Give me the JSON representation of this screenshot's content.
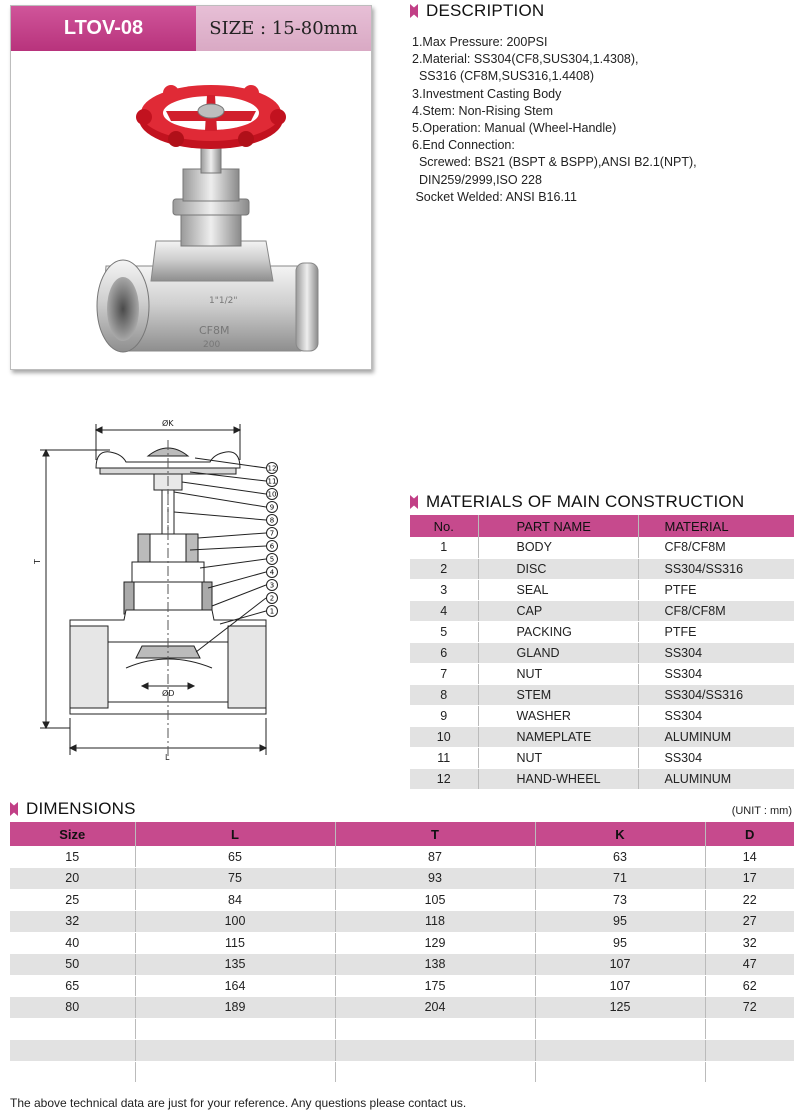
{
  "header": {
    "model": "LTOV-08",
    "size": "SIZE : 15-80mm"
  },
  "photo": {
    "body_marks": [
      "1\"1/2\"",
      "CF8M",
      "200"
    ]
  },
  "description": {
    "title": "DESCRIPTION",
    "lines": [
      "1.Max Pressure: 200PSI",
      "2.Material: SS304(CF8,SUS304,1.4308),",
      "  SS316 (CF8M,SUS316,1.4408)",
      "3.Investment Casting Body",
      "4.Stem: Non-Rising Stem",
      "5.Operation: Manual (Wheel-Handle)",
      "6.End Connection:",
      "  Screwed: BS21 (BSPT & BSPP),ANSI B2.1(NPT),",
      "  DIN259/2999,ISO 228",
      " Socket Welded: ANSI B16.11"
    ]
  },
  "drawing": {
    "labels": {
      "k": "ØK",
      "t": "T",
      "d": "ØD",
      "l": "L"
    },
    "callouts": [
      "12",
      "11",
      "10",
      "9",
      "8",
      "7",
      "6",
      "5",
      "4",
      "3",
      "2",
      "1"
    ]
  },
  "materials": {
    "title": "MATERIALS OF MAIN CONSTRUCTION",
    "headers": [
      "No.",
      "PART NAME",
      "MATERIAL"
    ],
    "rows": [
      [
        "1",
        "BODY",
        "CF8/CF8M"
      ],
      [
        "2",
        "DISC",
        "SS304/SS316"
      ],
      [
        "3",
        "SEAL",
        "PTFE"
      ],
      [
        "4",
        "CAP",
        "CF8/CF8M"
      ],
      [
        "5",
        "PACKING",
        "PTFE"
      ],
      [
        "6",
        "GLAND",
        "SS304"
      ],
      [
        "7",
        "NUT",
        "SS304"
      ],
      [
        "8",
        "STEM",
        "SS304/SS316"
      ],
      [
        "9",
        "WASHER",
        "SS304"
      ],
      [
        "10",
        "NAMEPLATE",
        "ALUMINUM"
      ],
      [
        "11",
        "NUT",
        "SS304"
      ],
      [
        "12",
        "HAND-WHEEL",
        "ALUMINUM"
      ]
    ]
  },
  "dimensions": {
    "title": "DIMENSIONS",
    "unit": "(UNIT : mm)",
    "headers": [
      "Size",
      "L",
      "T",
      "K",
      "D"
    ],
    "rows": [
      [
        "15",
        "65",
        "87",
        "63",
        "14"
      ],
      [
        "20",
        "75",
        "93",
        "71",
        "17"
      ],
      [
        "25",
        "84",
        "105",
        "73",
        "22"
      ],
      [
        "32",
        "100",
        "118",
        "95",
        "27"
      ],
      [
        "40",
        "115",
        "129",
        "95",
        "32"
      ],
      [
        "50",
        "135",
        "138",
        "107",
        "47"
      ],
      [
        "65",
        "164",
        "175",
        "107",
        "62"
      ],
      [
        "80",
        "189",
        "204",
        "125",
        "72"
      ],
      [
        "",
        "",
        "",
        "",
        ""
      ],
      [
        "",
        "",
        "",
        "",
        ""
      ],
      [
        "",
        "",
        "",
        "",
        ""
      ]
    ]
  },
  "footer": "The above technical data are just for your reference. Any questions please contact us.",
  "colors": {
    "accent": "#c64a8d",
    "row_shade": "#e2e2e2",
    "handwheel": "#d9202e"
  }
}
